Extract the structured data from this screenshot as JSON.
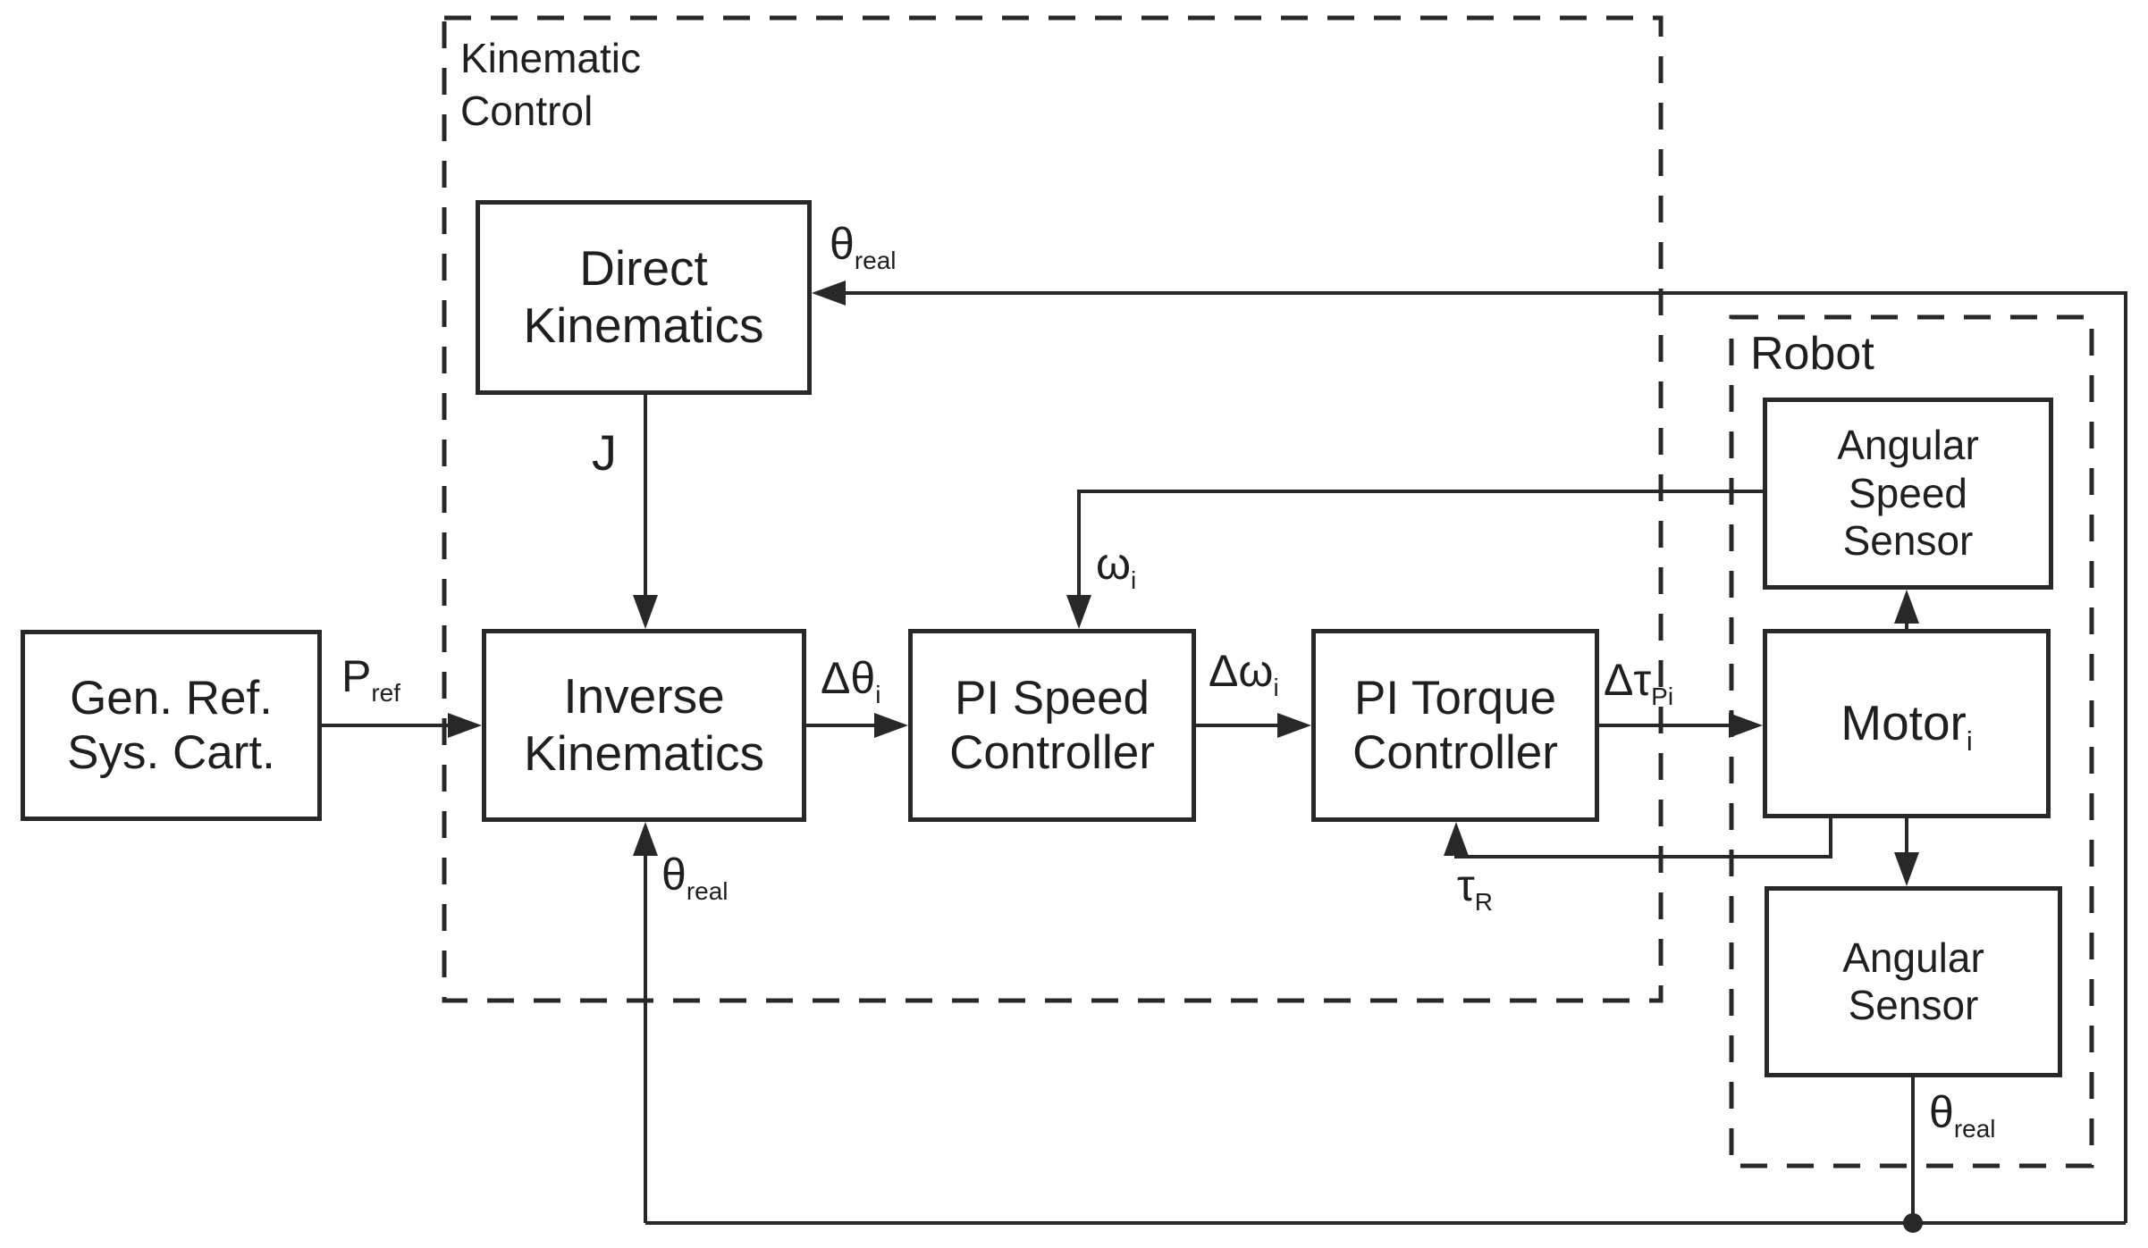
{
  "containers": {
    "kinematic_control": {
      "line1": "Kinematic",
      "line2": "Control"
    },
    "robot": {
      "label": "Robot"
    }
  },
  "blocks": {
    "gen_ref": {
      "line1": "Gen. Ref.",
      "line2": "Sys. Cart."
    },
    "direct_kinematics": {
      "line1": "Direct",
      "line2": "Kinematics"
    },
    "inverse_kinematics": {
      "line1": "Inverse",
      "line2": "Kinematics"
    },
    "pi_speed": {
      "line1": "PI Speed",
      "line2": "Controller"
    },
    "pi_torque": {
      "line1": "PI Torque",
      "line2": "Controller"
    },
    "angular_speed_sensor": {
      "line1": "Angular",
      "line2": "Speed",
      "line3": "Sensor"
    },
    "motor": {
      "base": "Motor",
      "sub": "i"
    },
    "angular_sensor": {
      "line1": "Angular",
      "line2": "Sensor"
    }
  },
  "signals": {
    "p_ref": {
      "base": "P",
      "sub": "ref"
    },
    "j": {
      "base": "J"
    },
    "delta_theta_i": {
      "base": "Δθ",
      "sub": "i"
    },
    "omega_i": {
      "base": "ω",
      "sub": "i"
    },
    "delta_omega_i": {
      "base": "Δω",
      "sub": "i"
    },
    "delta_tau_pi": {
      "base": "Δτ",
      "sub": "Pi"
    },
    "tau_r": {
      "base": "τ",
      "sub": "R"
    },
    "theta_real_top": {
      "base": "θ",
      "sub": "real"
    },
    "theta_real_mid": {
      "base": "θ",
      "sub": "real"
    },
    "theta_real_bottom": {
      "base": "θ",
      "sub": "real"
    }
  },
  "colors": {
    "ink": "#1f1f1f",
    "background": "#ffffff"
  }
}
